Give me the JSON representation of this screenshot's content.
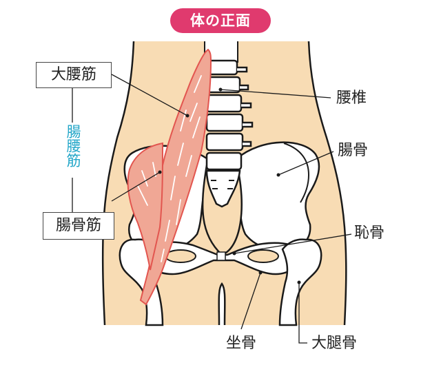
{
  "title": "体の正面",
  "labels": {
    "psoas_major": "大腰筋",
    "iliopsoas": "腸腰筋",
    "iliacus": "腸骨筋",
    "lumbar_vertebrae": "腰椎",
    "ilium": "腸骨",
    "pubis": "恥骨",
    "ischium": "坐骨",
    "femur": "大腿骨"
  },
  "colors": {
    "title_bg": "#e03a6e",
    "title_text": "#ffffff",
    "skin": "#f8dcb4",
    "muscle_fill": "#f0a795",
    "muscle_outline": "#e2554f",
    "bone": "#ffffff",
    "outline": "#1a1a1a",
    "group_label": "#22a6c8"
  }
}
